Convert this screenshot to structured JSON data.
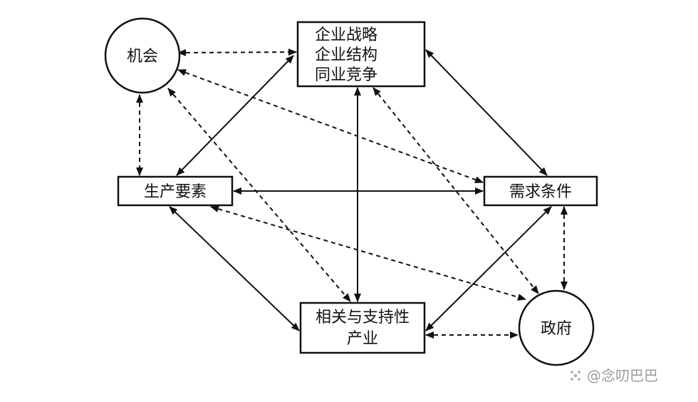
{
  "diagram": {
    "nodes": {
      "opportunity": {
        "label": "机会"
      },
      "strategy": {
        "lines": [
          "企业战略",
          "企业结构",
          "同业竞争"
        ]
      },
      "factors": {
        "label": "生产要素"
      },
      "demand": {
        "label": "需求条件"
      },
      "related": {
        "lines": [
          "相关与支持性",
          "产业"
        ]
      },
      "government": {
        "label": "政府"
      }
    },
    "edges": [
      {
        "from": "opportunity",
        "to": "strategy",
        "style": "dashed"
      },
      {
        "from": "opportunity",
        "to": "factors",
        "style": "dashed"
      },
      {
        "from": "opportunity",
        "to": "demand",
        "style": "dashed"
      },
      {
        "from": "opportunity",
        "to": "related",
        "style": "dashed"
      },
      {
        "from": "strategy",
        "to": "factors",
        "style": "solid"
      },
      {
        "from": "strategy",
        "to": "demand",
        "style": "solid"
      },
      {
        "from": "strategy",
        "to": "related",
        "style": "solid"
      },
      {
        "from": "strategy",
        "to": "government",
        "style": "dashed"
      },
      {
        "from": "factors",
        "to": "demand",
        "style": "solid"
      },
      {
        "from": "factors",
        "to": "related",
        "style": "solid"
      },
      {
        "from": "factors",
        "to": "government",
        "style": "dashed"
      },
      {
        "from": "demand",
        "to": "related",
        "style": "solid"
      },
      {
        "from": "demand",
        "to": "government",
        "style": "dashed"
      },
      {
        "from": "related",
        "to": "government",
        "style": "dashed"
      }
    ]
  },
  "watermark": {
    "text": "@念叨巴巴"
  },
  "colors": {
    "stroke": "#111111",
    "watermark": "#9a9a9a"
  }
}
